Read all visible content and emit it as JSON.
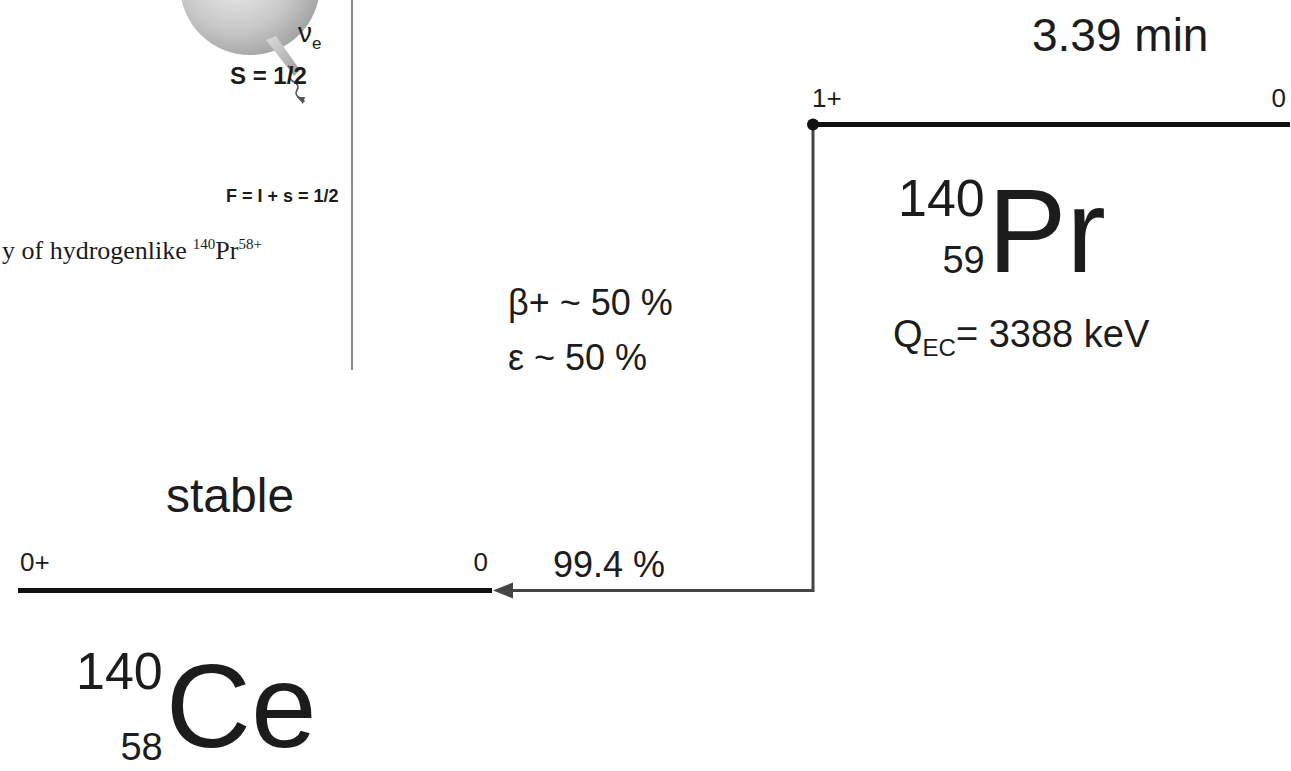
{
  "diagram": {
    "nodes": [
      {
        "text": [
          "3.39 min",
          "1+",
          "0"
        ]
      },
      {
        "text": [
          "stable",
          "0+",
          "0"
        ]
      }
    ],
    "edges": [
      {
        "from": 0,
        "to": 1,
        "arrow": "to",
        "label": "99.4 %"
      }
    ],
    "labels": [
      "S = 1/2",
      "F = I + s = 1/2",
      "y of hydrogenlike",
      "140",
      "Pr",
      "58+",
      "ν",
      "e",
      "β+ ~ 50 %",
      "ε ~ 50 %",
      "140",
      "59",
      "Pr",
      "Q",
      "EC",
      "= 3388 keV",
      "140",
      "58",
      "Ce"
    ]
  }
}
